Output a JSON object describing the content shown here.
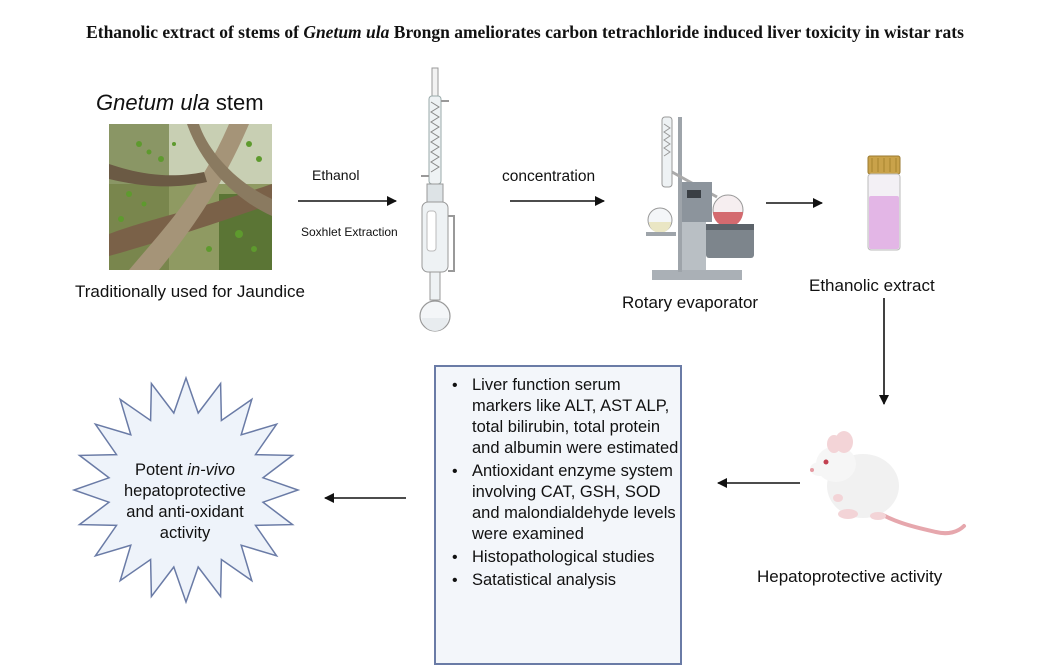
{
  "title": {
    "part1": "Ethanolic extract of stems of ",
    "species": "Gnetum ula",
    "part2": " Brongn ameliorates carbon tetrachloride induced liver toxicity in wistar rats"
  },
  "stem": {
    "species": "Gnetum ula",
    "suffix": " stem",
    "caption": "Traditionally used for Jaundice"
  },
  "steps": {
    "solvent": "Ethanol",
    "method": "Soxhlet Extraction",
    "process": "concentration",
    "equipment": "Rotary evaporator",
    "product": "Ethanolic extract",
    "activity": "Hepatoprotective activity"
  },
  "assessments": [
    "Liver function serum markers like ALT, AST ALP, total bilirubin, total protein and albumin were estimated",
    "Antioxidant enzyme system involving CAT, GSH, SOD and malondialdehyde levels were examined",
    "Histopathological studies",
    "Satatistical analysis"
  ],
  "outcome": {
    "line1": "Potent ",
    "italic": "in-vivo",
    "line2": "hepatoprotective and anti-oxidant activity"
  },
  "colors": {
    "box_border": "#6a7ba6",
    "box_fill": "#f3f6fa",
    "star_fill": "#eef3fa",
    "star_border": "#6a7ba6",
    "extract_liquid": "#e3b6e6",
    "flask_liquid": "#d46a6f"
  }
}
